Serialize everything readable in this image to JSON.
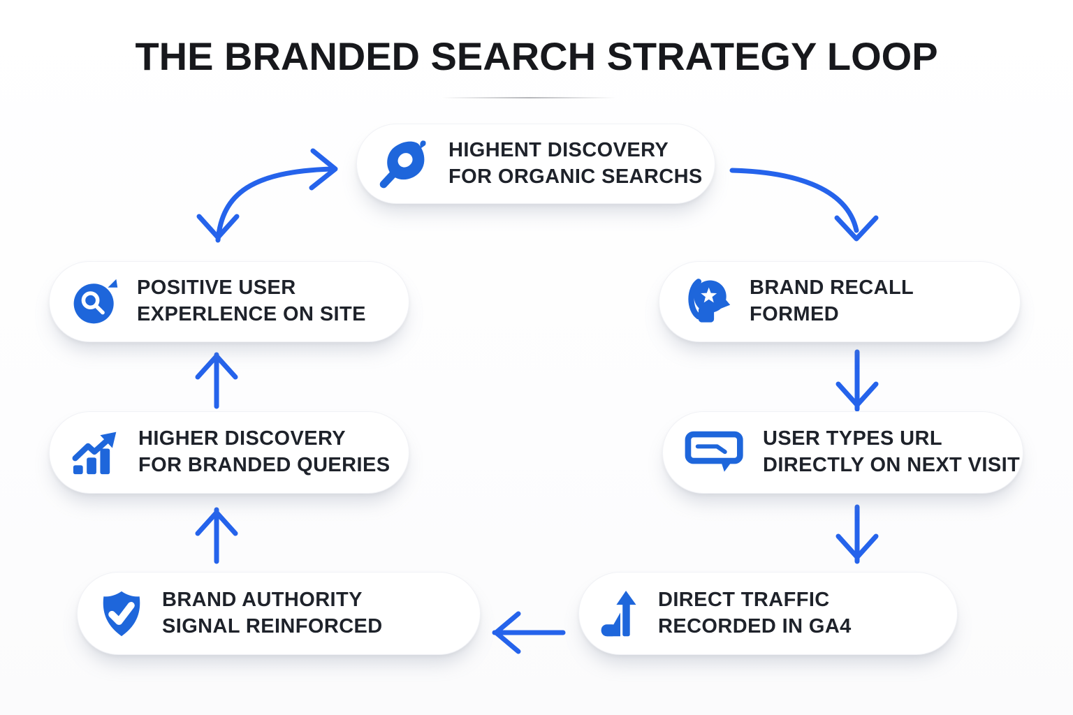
{
  "title": "THE BRANDED SEARCH STRATEGY LOOP",
  "colors": {
    "arrow_blue": "#2563eb",
    "icon_blue": "#1e66db",
    "text_dark": "#1e222a",
    "card_bg": "#ffffff"
  },
  "nodes": [
    {
      "name": "organic-discovery",
      "icon": "search-leaf-icon",
      "line1": "HIGHENT DISCOVERY",
      "line2": "FOR ORGANIC SEARCHS"
    },
    {
      "name": "brand-recall",
      "icon": "head-star-icon",
      "line1": "BRAND RECALL",
      "line2": "FORMED"
    },
    {
      "name": "types-url",
      "icon": "url-bar-icon",
      "line1": "USER TYPES URL",
      "line2": "DIRECTLY ON NEXT VISIT"
    },
    {
      "name": "direct-traffic",
      "icon": "analytics-arrow-icon",
      "line1": "DIRECT TRAFFIC",
      "line2": "RECORDED IN GA4"
    },
    {
      "name": "brand-authority",
      "icon": "shield-check-icon",
      "line1": "BRAND AUTHORITY",
      "line2": "SIGNAL REINFORCED"
    },
    {
      "name": "branded-discovery",
      "icon": "bar-chart-growth-icon",
      "line1": "HIGHER DISCOVERY",
      "line2": "FOR BRANDED QUERIES"
    },
    {
      "name": "positive-ux",
      "icon": "search-circle-icon",
      "line1": "POSITIVE USER",
      "line2": "EXPERLENCE ON SITE"
    }
  ],
  "connections": [
    {
      "from": "positive-ux",
      "to": "organic-discovery",
      "type": "curved",
      "double_headed": true
    },
    {
      "from": "organic-discovery",
      "to": "brand-recall",
      "type": "curved-down"
    },
    {
      "from": "brand-recall",
      "to": "types-url",
      "type": "straight-down"
    },
    {
      "from": "types-url",
      "to": "direct-traffic",
      "type": "straight-down"
    },
    {
      "from": "direct-traffic",
      "to": "brand-authority",
      "type": "straight-left"
    },
    {
      "from": "brand-authority",
      "to": "branded-discovery",
      "type": "straight-up"
    },
    {
      "from": "branded-discovery",
      "to": "positive-ux",
      "type": "straight-up"
    }
  ]
}
